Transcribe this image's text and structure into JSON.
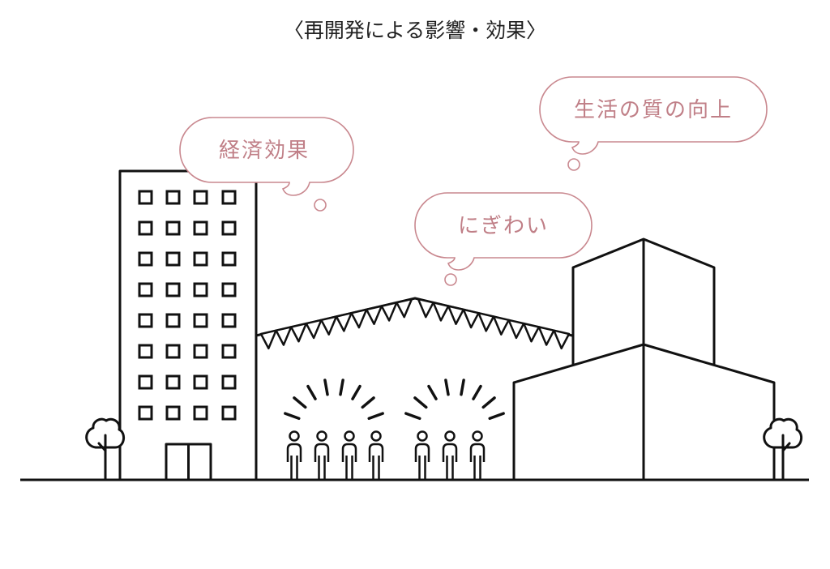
{
  "title": "〈再開発による影響・効果〉",
  "bubbles": {
    "economic": "経済効果",
    "bustle": "にぎわい",
    "quality_of_life": "生活の質の向上"
  },
  "colors": {
    "line": "#111111",
    "bubble_stroke": "#c9888f",
    "bubble_text": "#c07f87",
    "background": "#ffffff"
  },
  "icons": [
    "office-building",
    "shopping-building",
    "bunting-flags",
    "people",
    "cheer-marks",
    "tree"
  ]
}
